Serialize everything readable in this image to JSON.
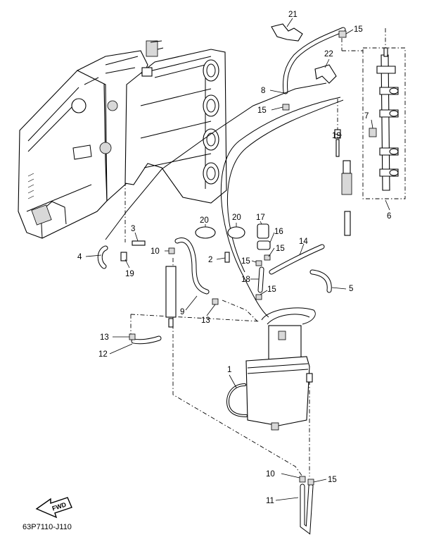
{
  "diagram": {
    "code": "63P7110-J110",
    "fwd_label": "FWD",
    "callouts": [
      {
        "id": "c21",
        "label": "21"
      },
      {
        "id": "c15a",
        "label": "15"
      },
      {
        "id": "c22",
        "label": "22"
      },
      {
        "id": "c8",
        "label": "8"
      },
      {
        "id": "c15b",
        "label": "15"
      },
      {
        "id": "c7",
        "label": "7"
      },
      {
        "id": "c19a",
        "label": "19"
      },
      {
        "id": "c6",
        "label": "6"
      },
      {
        "id": "c20a",
        "label": "20"
      },
      {
        "id": "c20b",
        "label": "20"
      },
      {
        "id": "c17",
        "label": "17"
      },
      {
        "id": "c16",
        "label": "16"
      },
      {
        "id": "c15c",
        "label": "15"
      },
      {
        "id": "c14",
        "label": "14"
      },
      {
        "id": "c3",
        "label": "3"
      },
      {
        "id": "c4",
        "label": "4"
      },
      {
        "id": "c19b",
        "label": "19"
      },
      {
        "id": "c10a",
        "label": "10"
      },
      {
        "id": "c2",
        "label": "2"
      },
      {
        "id": "c15d",
        "label": "15"
      },
      {
        "id": "c18",
        "label": "18"
      },
      {
        "id": "c15e",
        "label": "15"
      },
      {
        "id": "c5",
        "label": "5"
      },
      {
        "id": "c9",
        "label": "9"
      },
      {
        "id": "c13a",
        "label": "13"
      },
      {
        "id": "c13b",
        "label": "13"
      },
      {
        "id": "c12",
        "label": "12"
      },
      {
        "id": "c1",
        "label": "1"
      },
      {
        "id": "c10b",
        "label": "10"
      },
      {
        "id": "c15f",
        "label": "15"
      },
      {
        "id": "c11",
        "label": "11"
      }
    ]
  }
}
